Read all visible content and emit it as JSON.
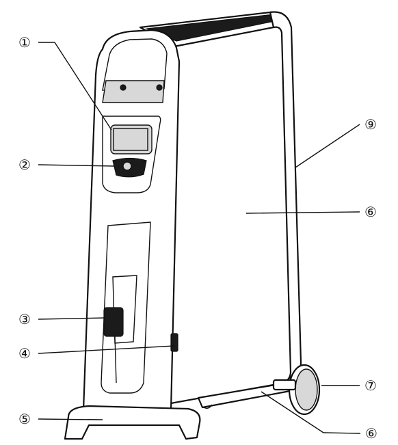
{
  "callouts": [
    {
      "id": "c1",
      "label": "①"
    },
    {
      "id": "c2",
      "label": "②"
    },
    {
      "id": "c3",
      "label": "③"
    },
    {
      "id": "c4",
      "label": "④"
    },
    {
      "id": "c5",
      "label": "⑤"
    },
    {
      "id": "c6a",
      "label": "⑥"
    },
    {
      "id": "c6b",
      "label": "⑥"
    },
    {
      "id": "c7",
      "label": "⑦"
    },
    {
      "id": "c9",
      "label": "⑨"
    }
  ]
}
